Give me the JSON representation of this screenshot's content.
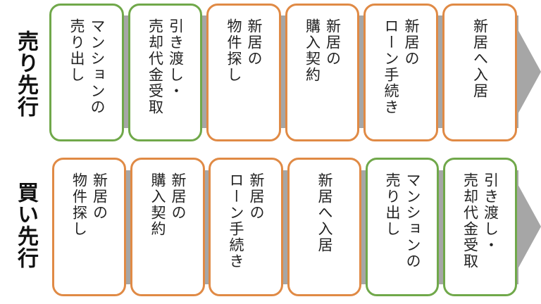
{
  "rows": [
    {
      "label": "売り先行",
      "steps": [
        {
          "text": "マンションの\n売り出し",
          "color": "green"
        },
        {
          "text": "引き渡し・\n売却代金受取",
          "color": "green"
        },
        {
          "text": "新居の\n物件探し",
          "color": "orange"
        },
        {
          "text": "新居の\n購入契約",
          "color": "orange"
        },
        {
          "text": "新居の\nローン手続き",
          "color": "orange"
        },
        {
          "text": "新居へ入居",
          "color": "orange"
        }
      ]
    },
    {
      "label": "買い先行",
      "steps": [
        {
          "text": "新居の\n物件探し",
          "color": "orange"
        },
        {
          "text": "新居の\n購入契約",
          "color": "orange"
        },
        {
          "text": "新居の\nローン手続き",
          "color": "orange"
        },
        {
          "text": "新居へ入居",
          "color": "orange"
        },
        {
          "text": "マンションの\n売り出し",
          "color": "green"
        },
        {
          "text": "引き渡し・\n売却代金受取",
          "color": "green"
        }
      ]
    }
  ],
  "colors": {
    "green": "#70a84a",
    "orange": "#e08a45",
    "arrow": "#a6a6a6"
  }
}
